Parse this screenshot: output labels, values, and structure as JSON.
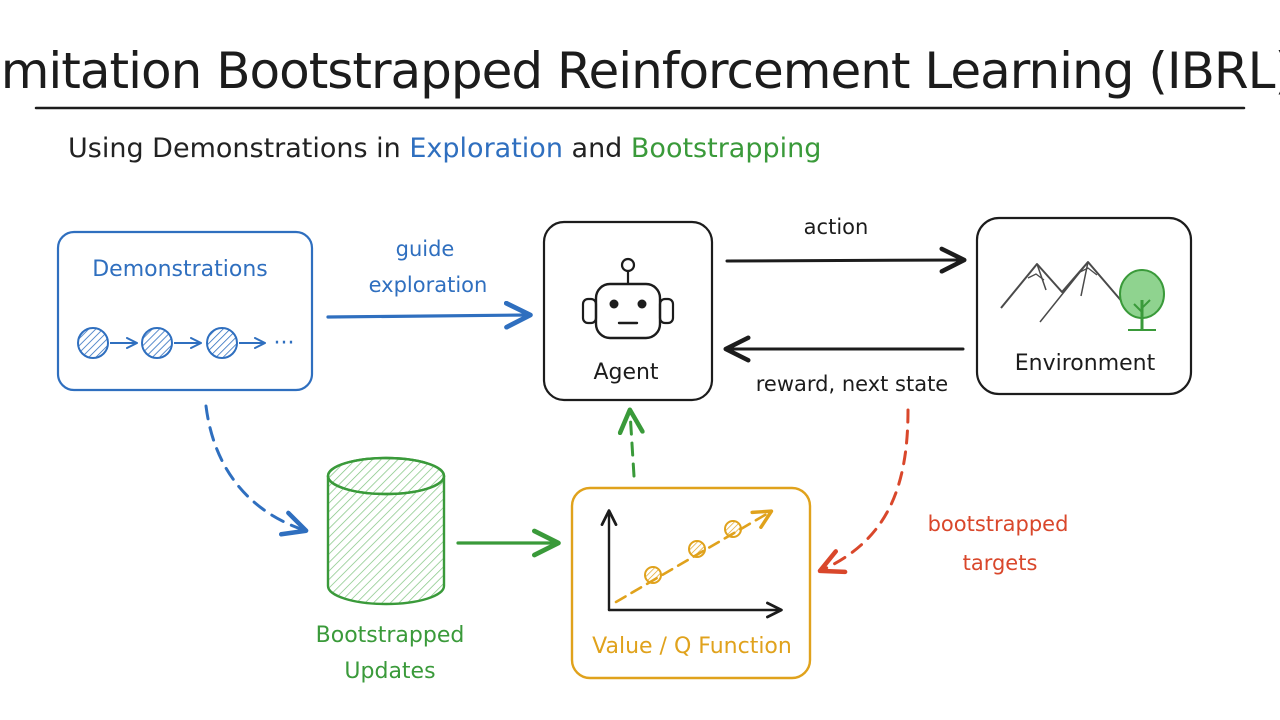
{
  "title": "Imitation Bootstrapped Reinforcement Learning (IBRL)",
  "subtitle": {
    "prefix": "Using Demonstrations in ",
    "highlight1": "Exploration",
    "middle": " and ",
    "highlight2": "Bootstrapping"
  },
  "nodes": {
    "demonstrations": "Demonstrations",
    "demo_sequence_ellipsis": "···",
    "agent": "Agent",
    "environment": "Environment",
    "replay_buffer": [
      "Bootstrapped",
      "Updates"
    ],
    "value_function": "Value / Q Function"
  },
  "edges": {
    "guide_exploration": [
      "guide",
      "exploration"
    ],
    "action": "action",
    "reward_next_state": "reward, next state",
    "bootstrapped_targets": [
      "bootstrapped",
      "targets"
    ]
  },
  "colors": {
    "blue": "#2f6fbf",
    "green": "#3a9a3a",
    "orange": "#e0a21c",
    "red": "#d9472b",
    "ink": "#1c1c1c"
  },
  "icons": {
    "agent": "robot-icon",
    "environment": "mountains-tree-icon",
    "replay_buffer": "cylinder-database-icon",
    "value_function": "line-plot-icon"
  }
}
